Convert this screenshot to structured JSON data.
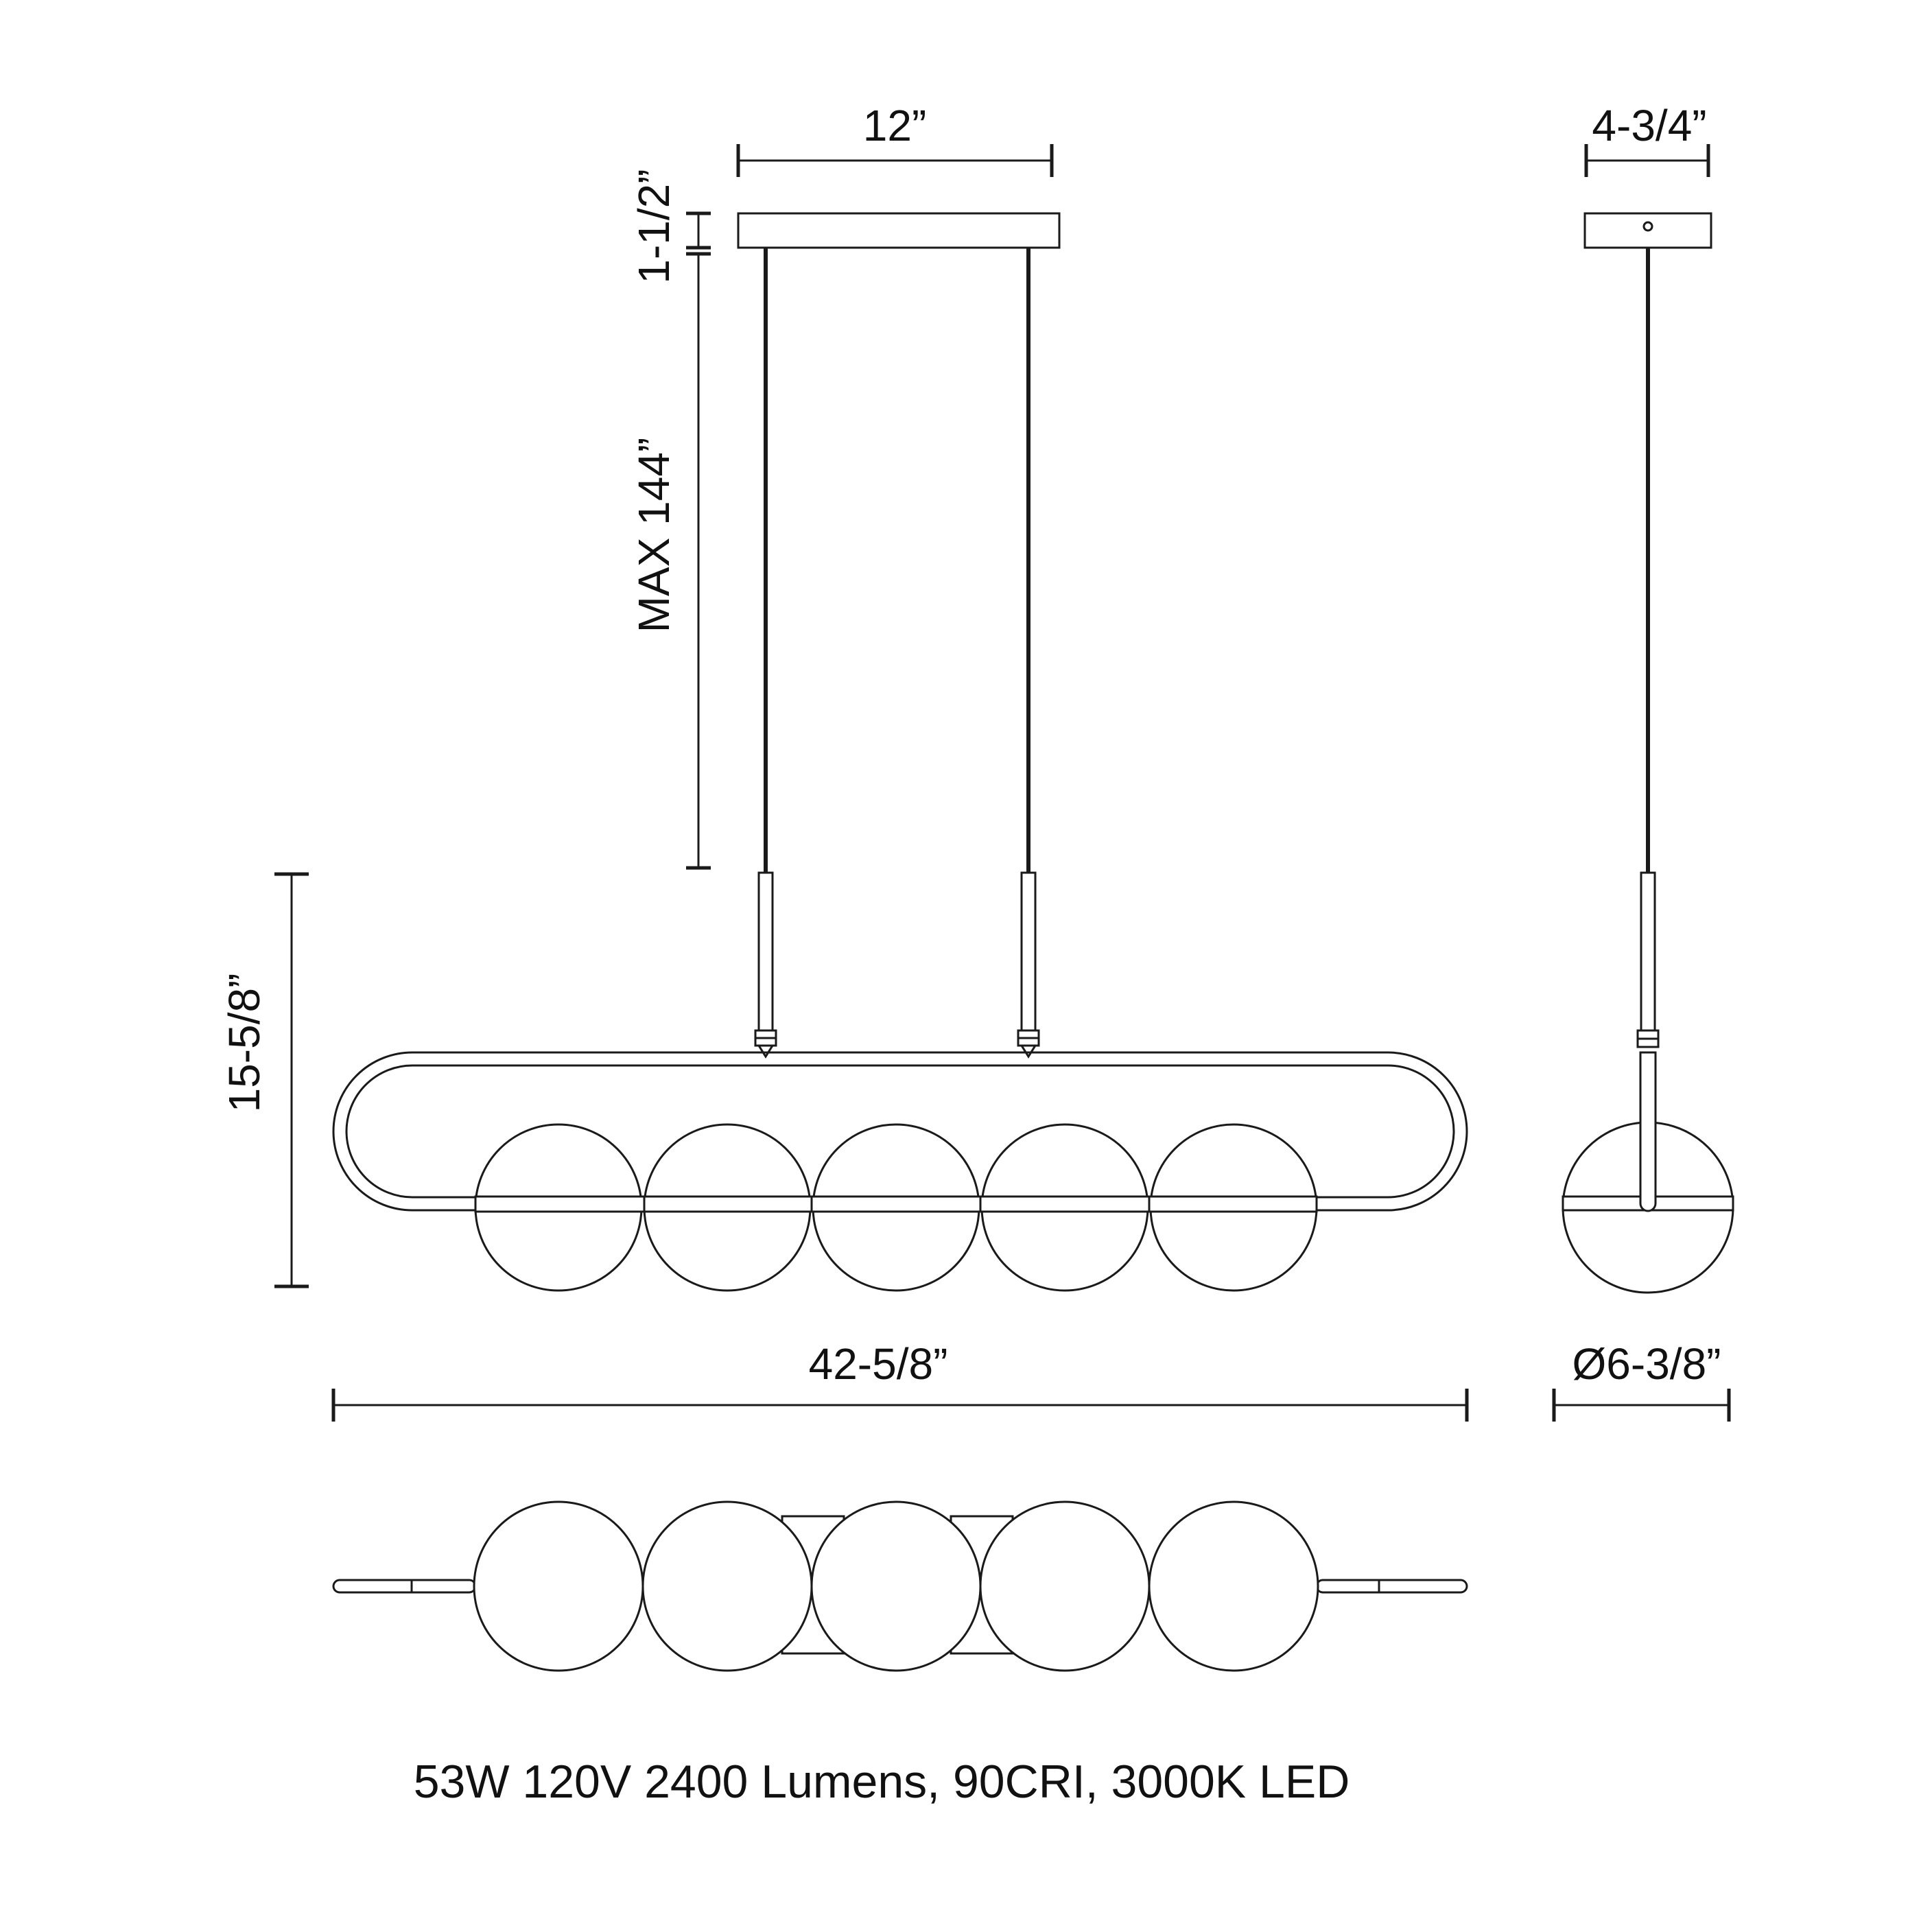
{
  "dimensions": {
    "canopy_width": "12”",
    "canopy_height": "1-1/2”",
    "max_cord": "MAX 144”",
    "fixture_height": "15-5/8”",
    "fixture_length": "42-5/8”",
    "side_canopy_width": "4-3/4”",
    "globe_diameter": "Ø6-3/8”"
  },
  "specs": "53W 120V 2400 Lumens, 90CRI, 3000K LED",
  "colors": {
    "line": "#1a1a1a",
    "background": "#ffffff"
  }
}
